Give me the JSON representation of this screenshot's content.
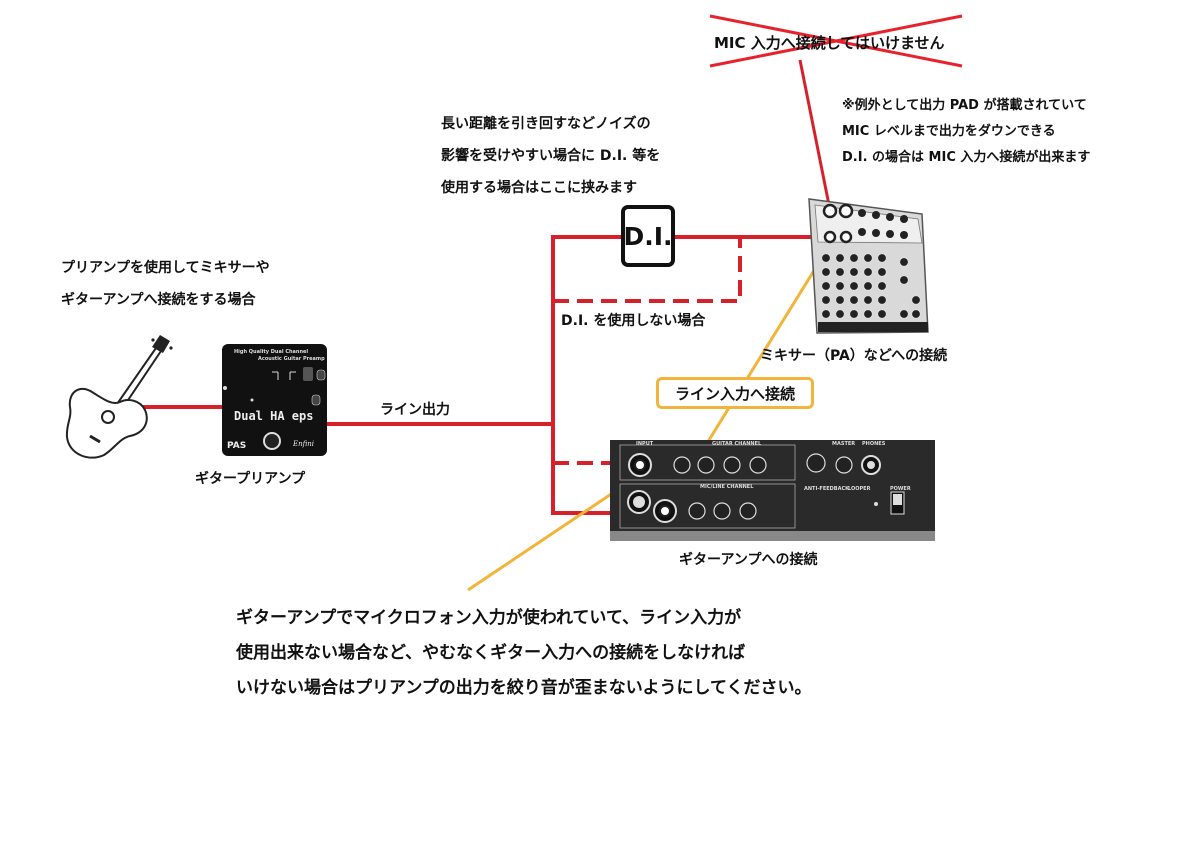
{
  "top_warning": "MIC 入力へ接続してはいけません",
  "mixer_note": [
    "※例外として出力 PAD が搭載されていて",
    "MIC レベルまで出力をダウンできる",
    "D.I. の場合は MIC 入力へ接続が出来ます"
  ],
  "noise_note": [
    "長い距離を引き回すなどノイズの",
    "影響を受けやすい場合に D.I. 等を",
    "使用する場合はここに挟みます"
  ],
  "preamp_note": [
    "プリアンプを使用してミキサーや",
    "ギターアンプへ接続をする場合"
  ],
  "di_box_label": "D.I.",
  "di_bypass_label": "D.I. を使用しない場合",
  "mixer_label": "ミキサー（PA）などへの接続",
  "line_in_label": "ライン入力へ接続",
  "line_out_label": "ライン出力",
  "preamp_label": "ギタープリアンプ",
  "amp_label": "ギターアンプへの接続",
  "bottom_note": [
    "ギターアンプでマイクロフォン入力が使われていて、ライン入力が",
    "使用出来ない場合など、やむなくギター入力への接続をしなければ",
    "いけない場合はプリアンプの出力を絞り音が歪まないようにしてください。"
  ],
  "preamp_device": {
    "top_line1": "High Quality Dual Channel",
    "top_line2": "Acoustic Guitar Preamp",
    "name": "Dual HA eps",
    "brand": "PAS",
    "sign": "Enfini"
  },
  "amp_device": {
    "input_label": "INPUT",
    "guitar_channel": "GUITAR CHANNEL",
    "mic_line_channel": "MIC/LINE CHANNEL",
    "master": "MASTER",
    "phones": "PHONES",
    "power": "POWER",
    "looper": "LOOPER",
    "anti_feedback": "ANTI-FEEDBACK"
  },
  "colors": {
    "wire_red": "#d8202a",
    "wire_orange": "#f2b43a",
    "cross_red": "#e8222c"
  }
}
